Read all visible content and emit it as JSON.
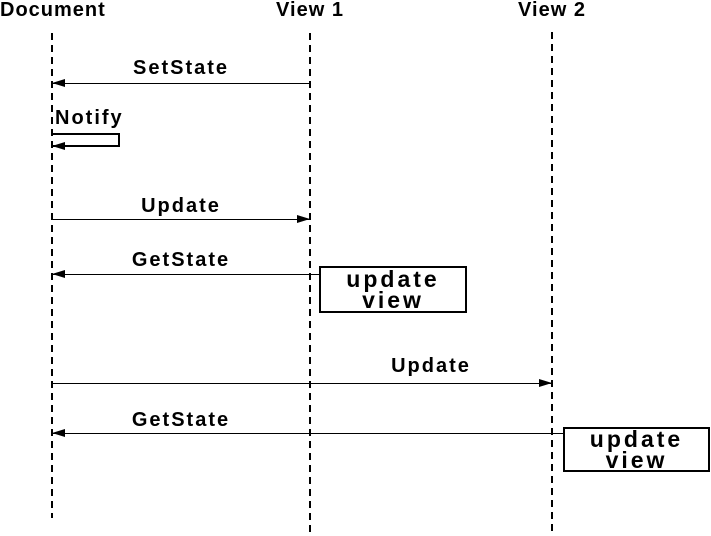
{
  "diagram_type": "uml-sequence-diagram",
  "lifelines": [
    {
      "label": "Document"
    },
    {
      "label": "View 1"
    },
    {
      "label": "View 2"
    }
  ],
  "messages": [
    {
      "label": "SetState",
      "from": "View 1",
      "to": "Document",
      "direction": "left"
    },
    {
      "label": "Notify",
      "from": "Document",
      "to": "Document",
      "direction": "self"
    },
    {
      "label": "Update",
      "from": "Document",
      "to": "View 1",
      "direction": "right"
    },
    {
      "label": "GetState",
      "from": "View 1",
      "to": "Document",
      "direction": "left"
    },
    {
      "label": "Update",
      "from": "Document",
      "to": "View 2",
      "direction": "right"
    },
    {
      "label": "GetState",
      "from": "View 2",
      "to": "Document",
      "direction": "left"
    }
  ],
  "notes": [
    {
      "line1": "update",
      "line2": "view",
      "attached_to": "View 1"
    },
    {
      "line1": "update",
      "line2": "view",
      "attached_to": "View 2"
    }
  ],
  "colors": {
    "foreground": "#000000",
    "background": "#ffffff"
  }
}
